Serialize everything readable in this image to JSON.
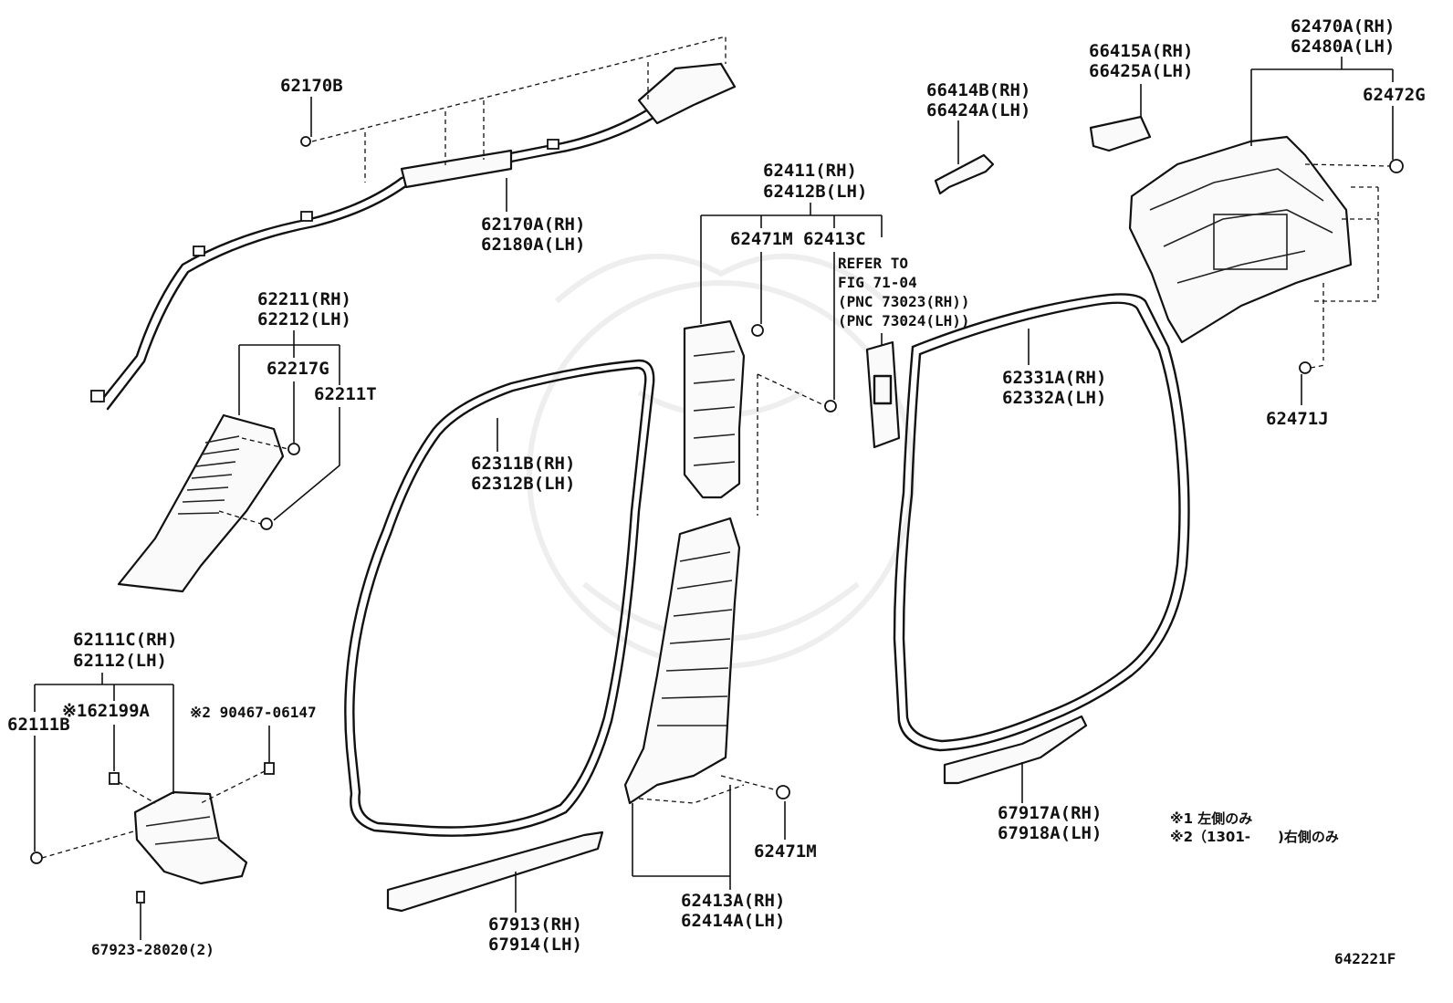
{
  "diagram": {
    "labels": {
      "l_62170B": "62170B",
      "l_62170A_rh": "62170A(RH)",
      "l_62180A_lh": "62180A(LH)",
      "l_62211_rh": "62211(RH)",
      "l_62212_lh": "62212(LH)",
      "l_62217G": "62217G",
      "l_62211T": "62211T",
      "l_62411_rh": "62411(RH)",
      "l_62412B_lh": "62412B(LH)",
      "l_62471M_top": "62471M",
      "l_62413C": "62413C",
      "l_refer_1": "REFER TO",
      "l_refer_2": "FIG 71-04",
      "l_refer_3": "(PNC 73023(RH))",
      "l_refer_4": "(PNC 73024(LH))",
      "l_66414B_rh": "66414B(RH)",
      "l_66424A_lh": "66424A(LH)",
      "l_66415A_rh": "66415A(RH)",
      "l_66425A_lh": "66425A(LH)",
      "l_62470A_rh": "62470A(RH)",
      "l_62480A_lh": "62480A(LH)",
      "l_62472G": "62472G",
      "l_62471J": "62471J",
      "l_62311B_rh": "62311B(RH)",
      "l_62312B_lh": "62312B(LH)",
      "l_62331A_rh": "62331A(RH)",
      "l_62332A_lh": "62332A(LH)",
      "l_62111C_rh": "62111C(RH)",
      "l_62112_lh": "62112(LH)",
      "l_62111B": "62111B",
      "l_62199A": "※162199A",
      "l_90467": "※2 90467-06147",
      "l_67923": "67923-28020(2)",
      "l_67913_rh": "67913(RH)",
      "l_67914_lh": "67914(LH)",
      "l_62471M_bottom": "62471M",
      "l_62413A_rh": "62413A(RH)",
      "l_62414A_lh": "62414A(LH)",
      "l_67917A_rh": "67917A(RH)",
      "l_67918A_lh": "67918A(LH)",
      "note_1": "※1 左側のみ",
      "note_2": "※2（1301-　　)右側のみ",
      "fig_code": "642221F"
    }
  }
}
